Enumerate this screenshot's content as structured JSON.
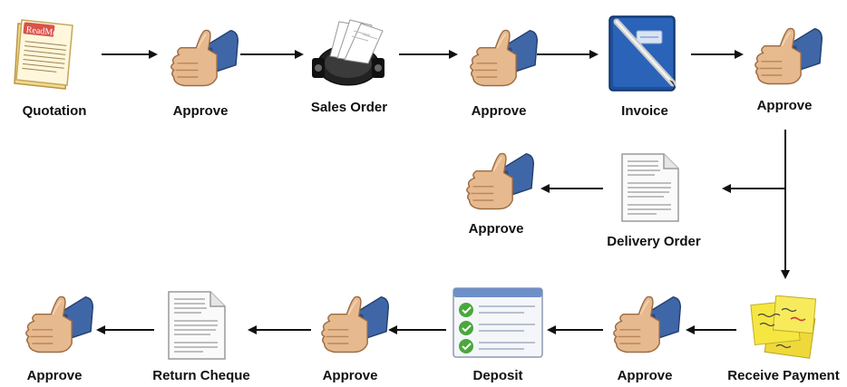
{
  "nodes": [
    {
      "id": "quotation",
      "label": "Quotation",
      "icon": "readme-note-icon"
    },
    {
      "id": "approve-1",
      "label": "Approve",
      "icon": "thumbs-up-icon"
    },
    {
      "id": "sales-order",
      "label": "Sales Order",
      "icon": "rolodex-icon"
    },
    {
      "id": "approve-2",
      "label": "Approve",
      "icon": "thumbs-up-icon"
    },
    {
      "id": "invoice",
      "label": "Invoice",
      "icon": "notebook-pen-icon"
    },
    {
      "id": "approve-3",
      "label": "Approve",
      "icon": "thumbs-up-icon"
    },
    {
      "id": "delivery-order",
      "label": "Delivery Order",
      "icon": "document-icon"
    },
    {
      "id": "approve-4",
      "label": "Approve",
      "icon": "thumbs-up-icon"
    },
    {
      "id": "receive-payment",
      "label": "Receive Payment",
      "icon": "sticky-notes-icon"
    },
    {
      "id": "approve-5",
      "label": "Approve",
      "icon": "thumbs-up-icon"
    },
    {
      "id": "deposit",
      "label": "Deposit",
      "icon": "checklist-icon"
    },
    {
      "id": "approve-6",
      "label": "Approve",
      "icon": "thumbs-up-icon"
    },
    {
      "id": "return-cheque",
      "label": "Return Cheque",
      "icon": "document-icon"
    },
    {
      "id": "approve-7",
      "label": "Approve",
      "icon": "thumbs-up-icon"
    }
  ],
  "icon_text": {
    "readme": "ReadMe"
  },
  "colors": {
    "arrow": "#111111",
    "label": "#111111",
    "sleeve": "#3f67a8",
    "skin": "#e7b98e",
    "check": "#49a83b",
    "sticky": "#f5e642"
  }
}
